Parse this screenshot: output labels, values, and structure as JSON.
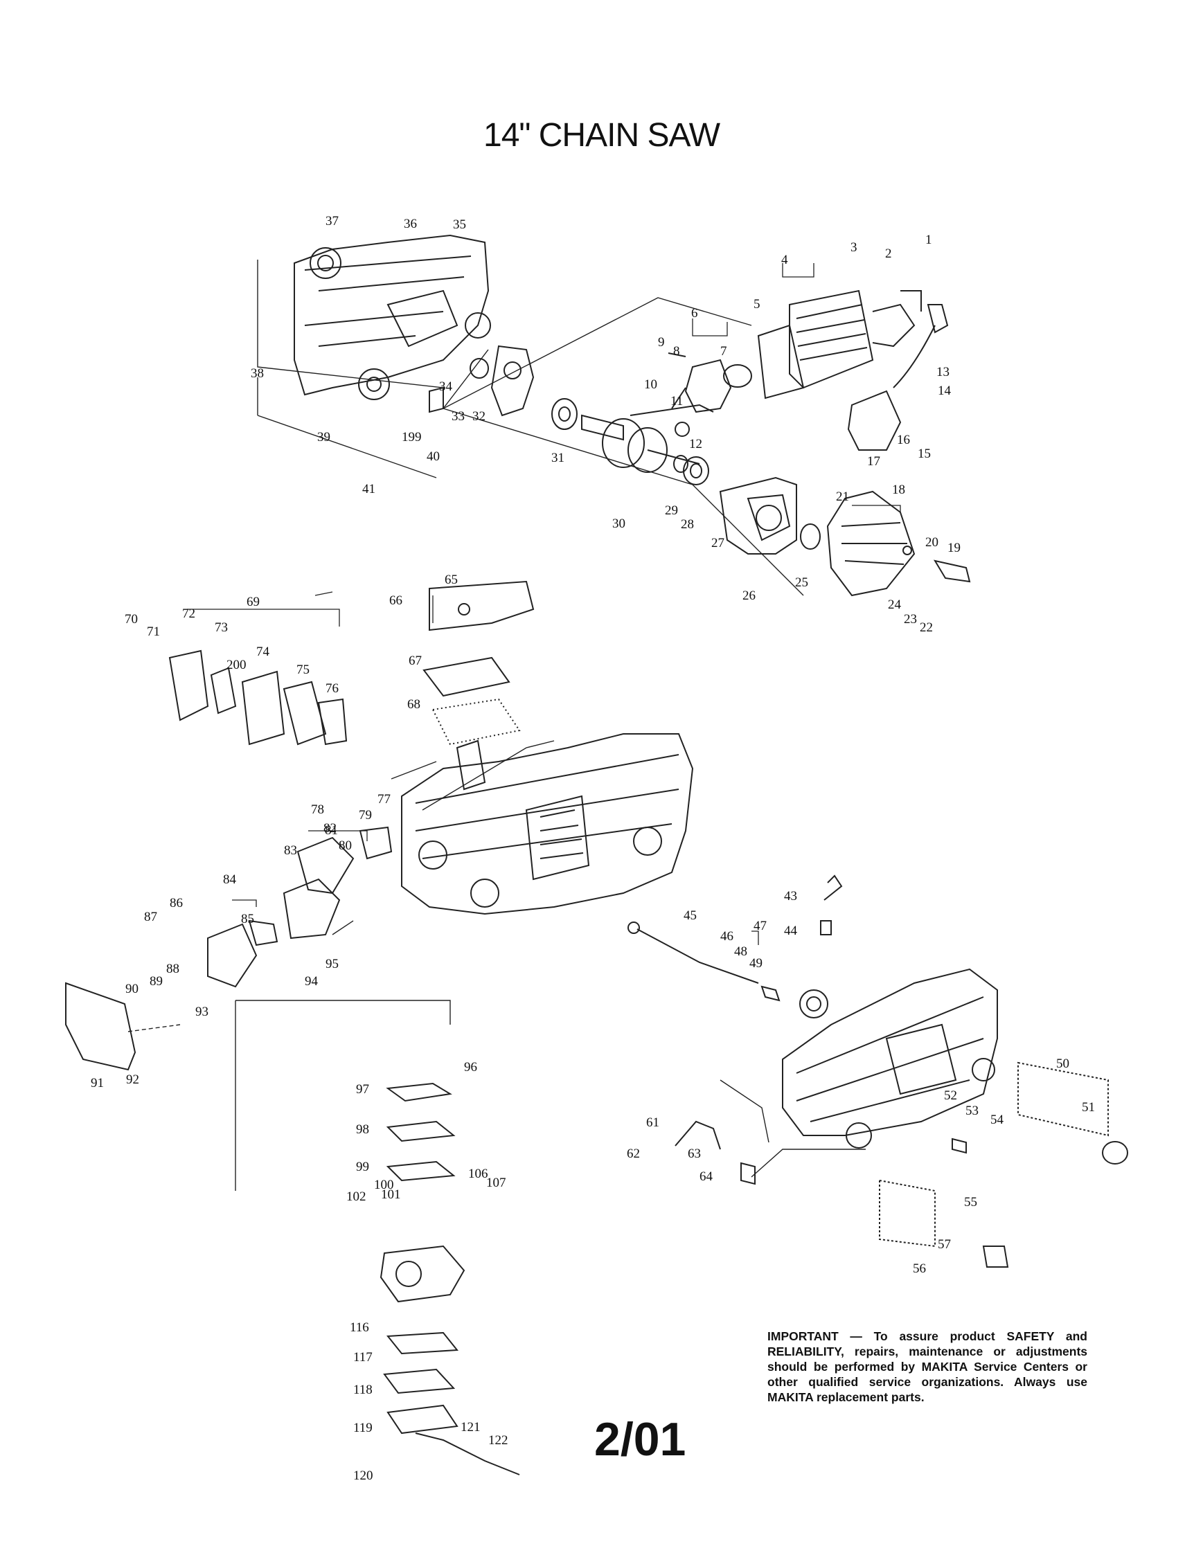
{
  "title": "14\" CHAIN SAW",
  "footer_code": "2/01",
  "important_notice": "IMPORTANT — To assure product SAFETY and RELIABILITY, repairs, maintenance or adjustments should be performed by MAKITA Service Centers or other qualified service organizations. Always use MAKITA replacement parts.",
  "part_numbers": [
    "1",
    "2",
    "3",
    "4",
    "5",
    "6",
    "7",
    "8",
    "9",
    "10",
    "11",
    "12",
    "13",
    "14",
    "15",
    "16",
    "17",
    "18",
    "19",
    "20",
    "21",
    "22",
    "23",
    "24",
    "25",
    "26",
    "27",
    "28",
    "29",
    "30",
    "31",
    "32",
    "33",
    "34",
    "35",
    "36",
    "37",
    "38",
    "39",
    "40",
    "41",
    "43",
    "44",
    "45",
    "46",
    "47",
    "48",
    "49",
    "50",
    "51",
    "52",
    "53",
    "54",
    "55",
    "56",
    "57",
    "61",
    "62",
    "63",
    "64",
    "65",
    "66",
    "67",
    "68",
    "69",
    "70",
    "71",
    "72",
    "73",
    "74",
    "75",
    "76",
    "77",
    "78",
    "79",
    "80",
    "81",
    "82",
    "83",
    "84",
    "85",
    "86",
    "87",
    "88",
    "89",
    "90",
    "91",
    "92",
    "93",
    "94",
    "95",
    "96",
    "97",
    "98",
    "99",
    "100",
    "101",
    "102",
    "106",
    "107",
    "116",
    "117",
    "118",
    "119",
    "120",
    "121",
    "122",
    "199",
    "200"
  ]
}
